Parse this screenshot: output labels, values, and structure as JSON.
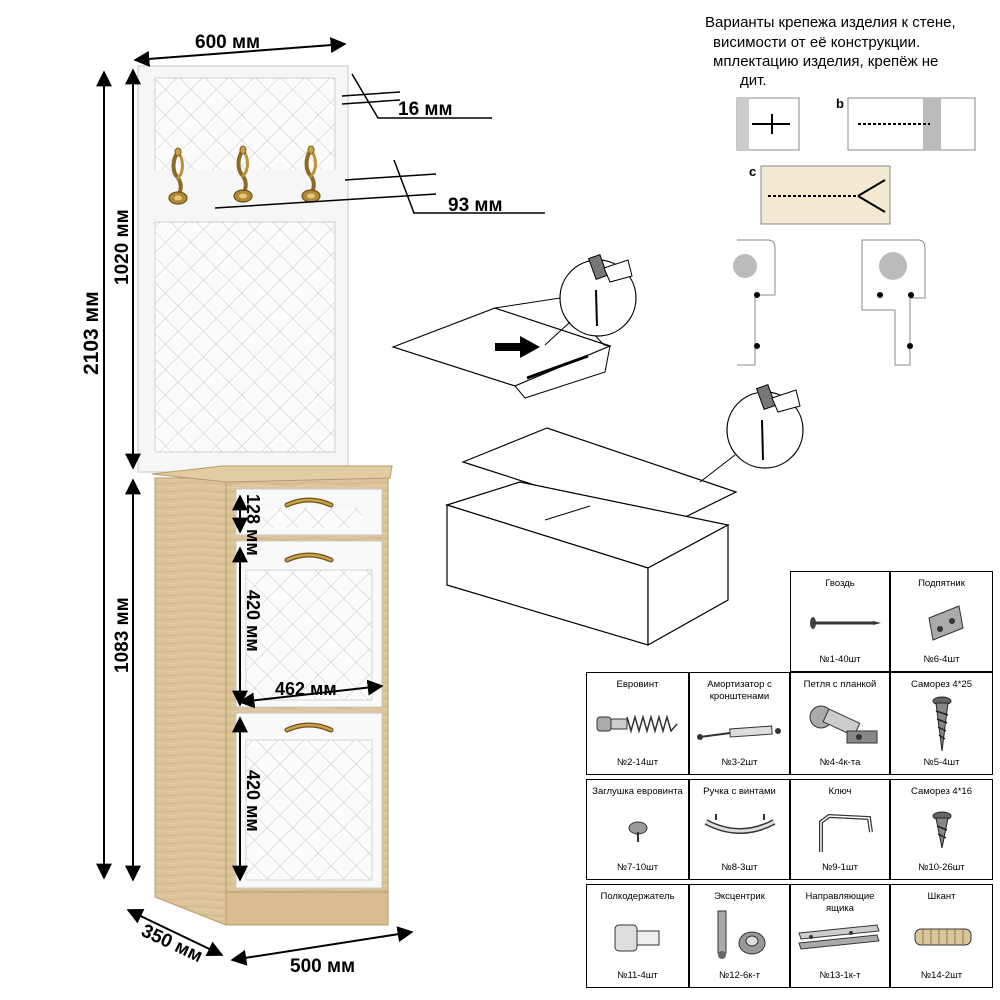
{
  "dimensions": {
    "width_top": "600 мм",
    "panel_thickness": "16 мм",
    "hook_offset": "93 мм",
    "total_height": "2103 мм",
    "panel_height": "1020 мм",
    "cabinet_height": "1083 мм",
    "drawer_height": "128 мм",
    "door1_height": "420 мм",
    "door2_height": "420 мм",
    "inner_width": "462 мм",
    "depth": "350 мм",
    "width_bottom": "500 мм"
  },
  "mounting_note": {
    "lines": [
      "Варианты крепежа изделия к стене,",
      "висимости от её конструкции.",
      "мплектацию изделия, крепёж  не",
      "дит."
    ],
    "variant_b": "b",
    "variant_c": "c"
  },
  "parts": [
    {
      "name": "Гвоздь",
      "count": "№1-40шт",
      "icon": "nail-icon"
    },
    {
      "name": "Подпятник",
      "count": "№6-4шт",
      "icon": "foot-pad-icon"
    },
    {
      "name": "Евровинт",
      "count": "№2-14шт",
      "icon": "euroscrew-icon"
    },
    {
      "name": "Амортизатор с кронштенами",
      "count": "№3-2шт",
      "icon": "gas-spring-icon"
    },
    {
      "name": "Петля с планкой",
      "count": "№4-4к-та",
      "icon": "hinge-icon"
    },
    {
      "name": "Саморез 4*25",
      "count": "№5-4шт",
      "icon": "screw-icon"
    },
    {
      "name": "Заглушка евровинта",
      "count": "№7-10шт",
      "icon": "cap-icon"
    },
    {
      "name": "Ручка с винтами",
      "count": "№8-3шт",
      "icon": "handle-icon"
    },
    {
      "name": "Ключ",
      "count": "№9-1шт",
      "icon": "hex-key-icon"
    },
    {
      "name": "Саморез 4*16",
      "count": "№10-26шт",
      "icon": "screw-icon"
    },
    {
      "name": "Полкодержатель",
      "count": "№11-4шт",
      "icon": "shelf-pin-icon"
    },
    {
      "name": "Эксцентрик",
      "count": "№12-6к-т",
      "icon": "cam-lock-icon"
    },
    {
      "name": "Направляющие ящика",
      "count": "№13-1к-т",
      "icon": "drawer-slide-icon"
    },
    {
      "name": "Шкант",
      "count": "№14-2шт",
      "icon": "dowel-icon"
    }
  ],
  "colors": {
    "panel": "#f7f7f7",
    "wood": "#dcc49a",
    "wood_dark": "#c9ad7d",
    "brass": "#a07a2a",
    "line": "#000000"
  }
}
